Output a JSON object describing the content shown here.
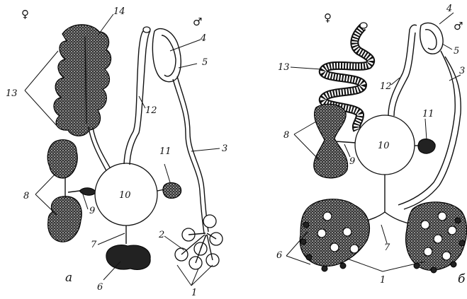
{
  "figure": {
    "panel_a": {
      "panel_label": "a",
      "female_symbol": "♀",
      "male_symbol": "♂",
      "labels": {
        "n1": "1",
        "n2": "2",
        "n3": "3",
        "n4": "4",
        "n5": "5",
        "n6": "6",
        "n7": "7",
        "n8": "8",
        "n9": "9",
        "n10": "10",
        "n11": "11",
        "n12": "12",
        "n13": "13",
        "n14": "14"
      }
    },
    "panel_b": {
      "panel_label": "б",
      "female_symbol": "♀",
      "male_symbol": "♂",
      "labels": {
        "n1": "1",
        "n3": "3",
        "n4": "4",
        "n5": "5",
        "n6": "6",
        "n7": "7",
        "n8": "8",
        "n9": "9",
        "n10": "10",
        "n11": "11",
        "n12": "12",
        "n13": "13"
      }
    }
  }
}
